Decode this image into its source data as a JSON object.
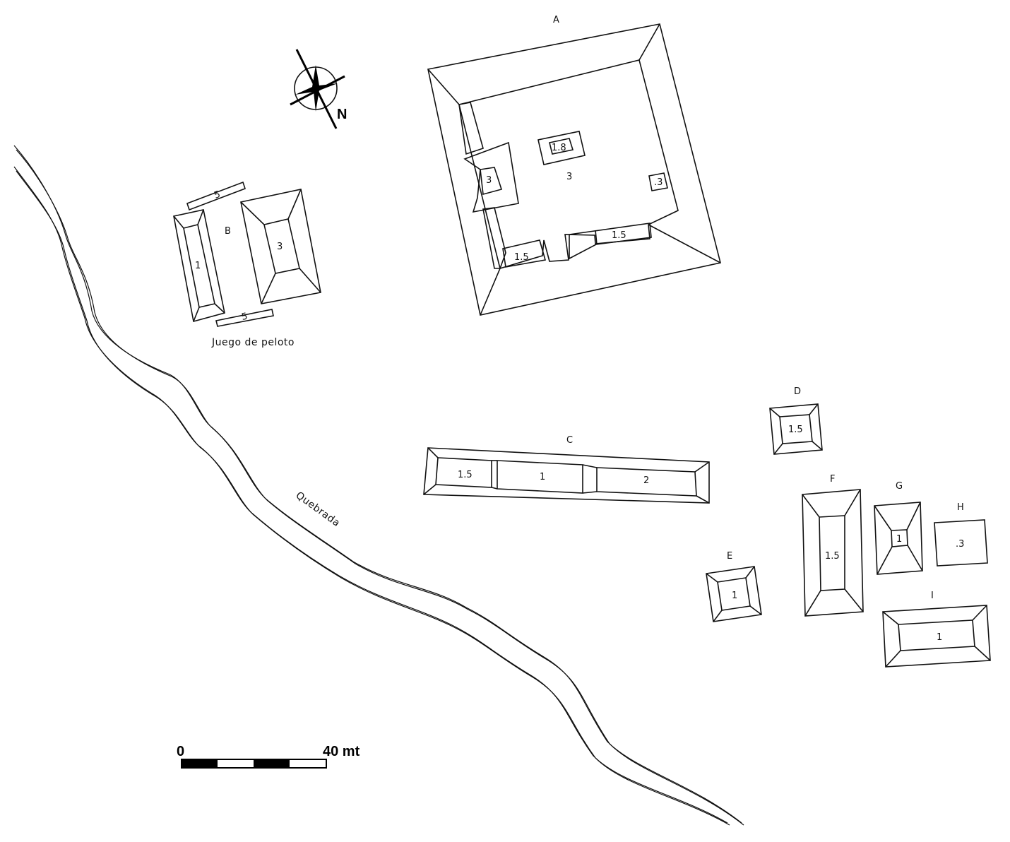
{
  "north_arrow": {
    "label": "N"
  },
  "river": {
    "label": "Quebrada"
  },
  "ball_court": {
    "label": "Juego de peloto"
  },
  "scale_bar": {
    "start_label": "0",
    "end_label": "40 mt"
  },
  "structures": {
    "A": {
      "label": "A",
      "plaza_height": "3",
      "west_height": "3",
      "center_height": "1.8",
      "east_height": ".3",
      "sw_height": "1.5",
      "south_height": "1.5"
    },
    "B": {
      "label": "B",
      "west_height": "1",
      "east_height": "3",
      "north_bank": "5",
      "south_bank": "5"
    },
    "C": {
      "label": "C",
      "seg1": "1.5",
      "seg2": "1",
      "seg3": "2"
    },
    "D": {
      "label": "D",
      "height": "1.5"
    },
    "E": {
      "label": "E",
      "height": "1"
    },
    "F": {
      "label": "F",
      "height": "1.5"
    },
    "G": {
      "label": "G",
      "height": "1"
    },
    "H": {
      "label": "H",
      "height": ".3"
    },
    "I": {
      "label": "I",
      "height": "1"
    }
  }
}
